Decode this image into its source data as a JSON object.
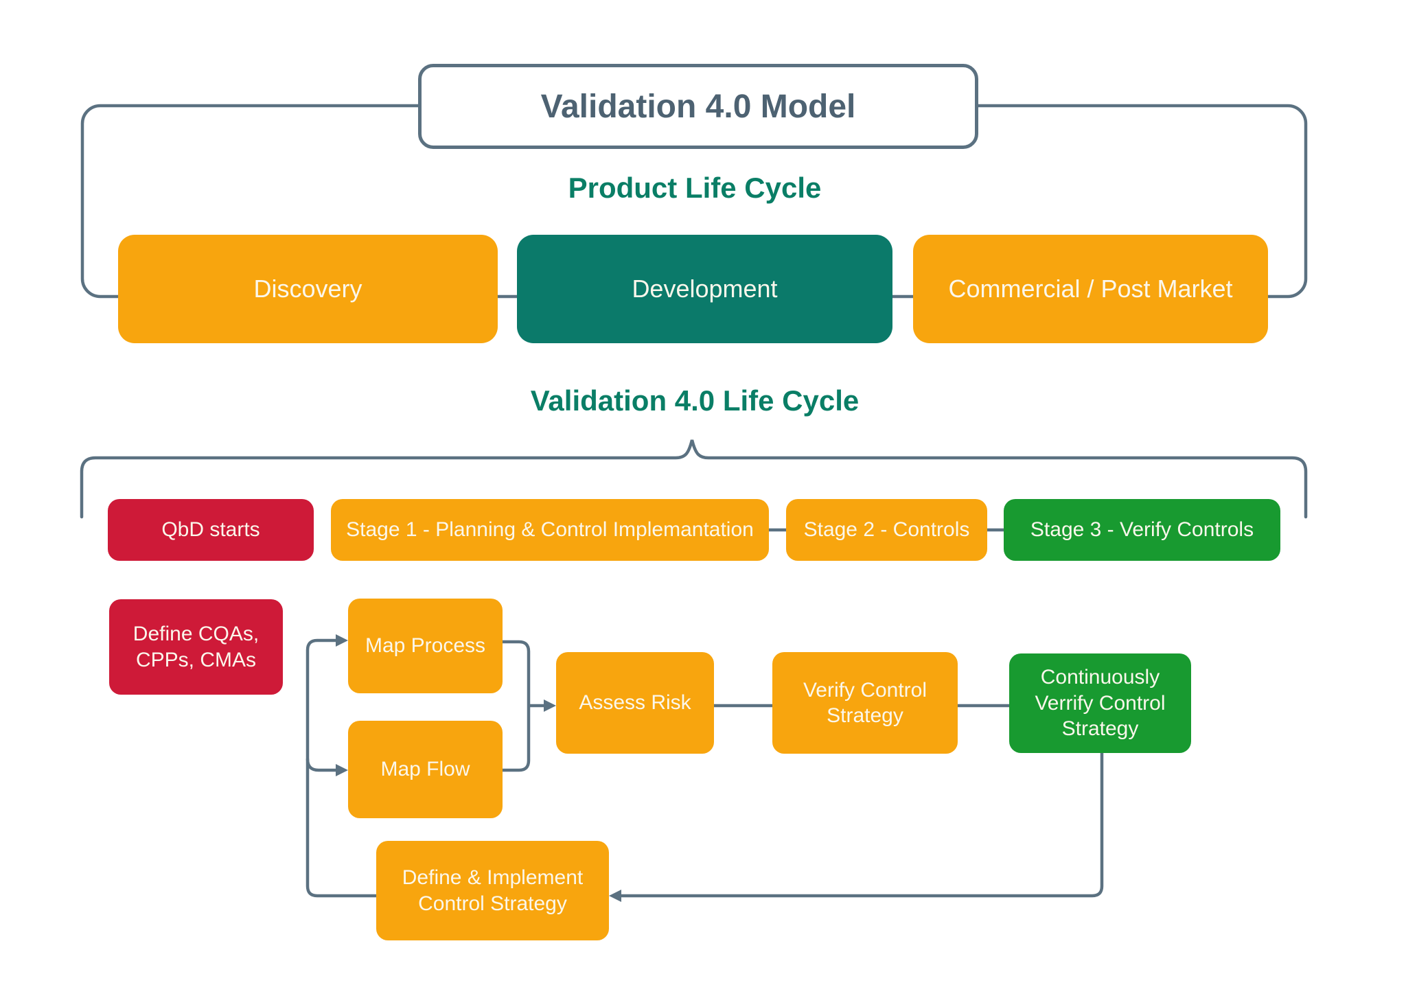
{
  "title": "Validation 4.0 Model",
  "palette": {
    "orange": "#F8A50E",
    "teal": "#0B7A6A",
    "red": "#CE1A38",
    "green": "#189A30",
    "connector_line": "#5B7181",
    "title_text": "#4D6272",
    "heading_text": "#0A7E66",
    "box_text": "#FBF7EC",
    "background": "#FFFFFF"
  },
  "product": {
    "heading": "Product Life Cycle",
    "phases": [
      {
        "label": "Discovery",
        "color": "orange"
      },
      {
        "label": "Development",
        "color": "teal"
      },
      {
        "label": "Commercial / Post Market",
        "color": "orange"
      }
    ]
  },
  "validation": {
    "heading": "Validation 4.0 Life Cycle",
    "stages": [
      {
        "label": "QbD starts",
        "color": "red"
      },
      {
        "label": "Stage 1 - Planning & Control Implemantation",
        "color": "orange"
      },
      {
        "label": "Stage 2 - Controls",
        "color": "orange"
      },
      {
        "label": "Stage 3 - Verify Controls",
        "color": "green"
      }
    ],
    "flow": {
      "nodes": [
        {
          "id": "define-cqas",
          "label": "Define CQAs,\nCPPs, CMAs",
          "color": "red"
        },
        {
          "id": "map-process",
          "label": "Map Process",
          "color": "orange"
        },
        {
          "id": "map-flow",
          "label": "Map Flow",
          "color": "orange"
        },
        {
          "id": "assess-risk",
          "label": "Assess Risk",
          "color": "orange"
        },
        {
          "id": "verify-control-strategy",
          "label": "Verify Control\nStrategy",
          "color": "orange"
        },
        {
          "id": "continuously-verify-control-strategy",
          "label": "Continuously\nVerrify Control\nStrategy",
          "color": "green"
        },
        {
          "id": "define-implement-control-strategy",
          "label": "Define & Implement\nControl Strategy",
          "color": "orange"
        }
      ],
      "edges": [
        {
          "from": "branch-line",
          "to": "map-process",
          "arrow": true
        },
        {
          "from": "branch-line",
          "to": "map-flow",
          "arrow": true
        },
        {
          "from": "map-process",
          "to": "assess-risk",
          "arrow": true
        },
        {
          "from": "map-flow",
          "to": "assess-risk",
          "arrow": true
        },
        {
          "from": "assess-risk",
          "to": "verify-control-strategy",
          "arrow": false
        },
        {
          "from": "verify-control-strategy",
          "to": "continuously-verify-control-strategy",
          "arrow": false
        },
        {
          "from": "continuously-verify-control-strategy",
          "to": "define-implement-control-strategy",
          "arrow": true
        },
        {
          "from": "branch-line",
          "to": "define-implement-control-strategy",
          "arrow": false
        },
        {
          "from": "stage-1",
          "to": "stage-2",
          "arrow": false
        },
        {
          "from": "stage-2",
          "to": "stage-3",
          "arrow": false
        }
      ]
    }
  }
}
